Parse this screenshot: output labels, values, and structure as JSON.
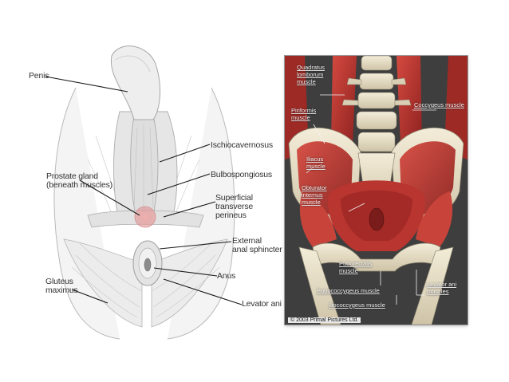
{
  "left_diagram": {
    "labels": {
      "penis": "Penis",
      "ischiocavernosus": "Ischiocavernosus",
      "prostate_line1": "Prostate gland",
      "prostate_line2": "(beneath muscles)",
      "bulbospongiosus": "Bulbospongiosus",
      "superficial_line1": "Superficial",
      "superficial_line2": "transverse",
      "superficial_line3": "perineus",
      "external_line1": "External",
      "external_line2": "anal sphincter",
      "anus": "Anus",
      "gluteus_line1": "Gluteus",
      "gluteus_line2": "maximus",
      "levator_ani": "Levator ani"
    }
  },
  "right_diagram": {
    "labels": {
      "quadratus_line1": "Quadratus",
      "quadratus_line2": "lomborum",
      "quadratus_line3": "muscle",
      "piriformis_line1": "Piriformis",
      "piriformis_line2": "muscle",
      "coccygeus": "Coccygeus muscle",
      "iliacus_line1": "Iliacus",
      "iliacus_line2": "muscle",
      "obturator_line1": "Obturator",
      "obturator_line2": "internus",
      "obturator_line3": "muscle",
      "puborectalis_line1": "Puborectalis",
      "puborectalis_line2": "muscle",
      "levator_line1": "Levator ani",
      "levator_line2": "muscles",
      "pubococcygeus": "Pubococcygeus muscle",
      "iliococcygeus": "Iliococcygeus muscle"
    },
    "copyright": "© 2003 Primal Pictures Ltd."
  },
  "colors": {
    "muscle_red": "#b8322c",
    "bone": "#e9e1cc",
    "background_dark": "#3e3e3e",
    "prostate": "#e8a0a0"
  }
}
